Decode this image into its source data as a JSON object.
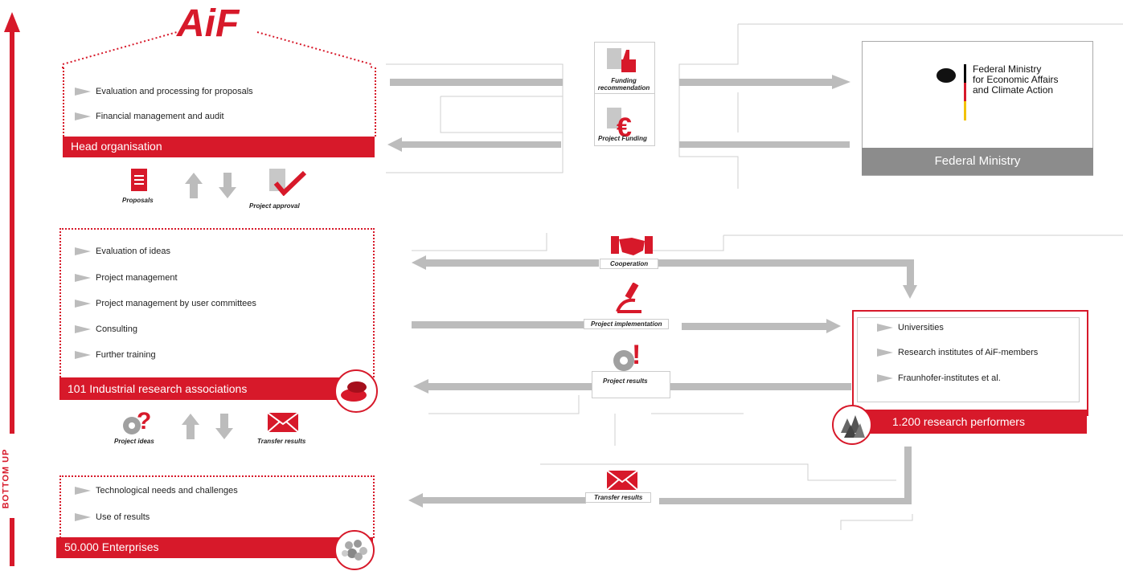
{
  "logo": {
    "text": "AiF"
  },
  "head_org": {
    "items": [
      "Evaluation and processing for proposals",
      "Financial management and audit"
    ],
    "title": "Head organisation"
  },
  "between_1": {
    "left_label": "Proposals",
    "right_label": "Project approval"
  },
  "industrial": {
    "items": [
      "Evaluation of ideas",
      "Project management",
      "Project management by user committees",
      "Consulting",
      "Further training"
    ],
    "title": "101  Industrial research associations"
  },
  "between_2": {
    "left_label": "Project ideas",
    "right_label": "Transfer results"
  },
  "enterprises": {
    "items": [
      "Technological needs and challenges",
      "Use of results"
    ],
    "title": "50.000  Enterprises"
  },
  "ministry": {
    "logo_lines": [
      "Federal Ministry",
      "for Economic Affairs",
      "and Climate Action"
    ],
    "title": "Federal Ministry"
  },
  "flows_top": {
    "funding_recommendation": "Funding recommendation",
    "project_funding": "Project Funding"
  },
  "flows_mid": {
    "cooperation": "Cooperation",
    "implementation": "Project implementation",
    "results": "Project results"
  },
  "flows_bottom": {
    "transfer_results": "Transfer results"
  },
  "research": {
    "items": [
      "Universities",
      "Research institutes of AiF-members",
      "Fraunhofer-institutes et al."
    ],
    "title": "1.200 research performers"
  },
  "side": {
    "label": "BOTTOM UP"
  },
  "colors": {
    "accent": "#d7192a",
    "gray": "#bcbcbc"
  }
}
